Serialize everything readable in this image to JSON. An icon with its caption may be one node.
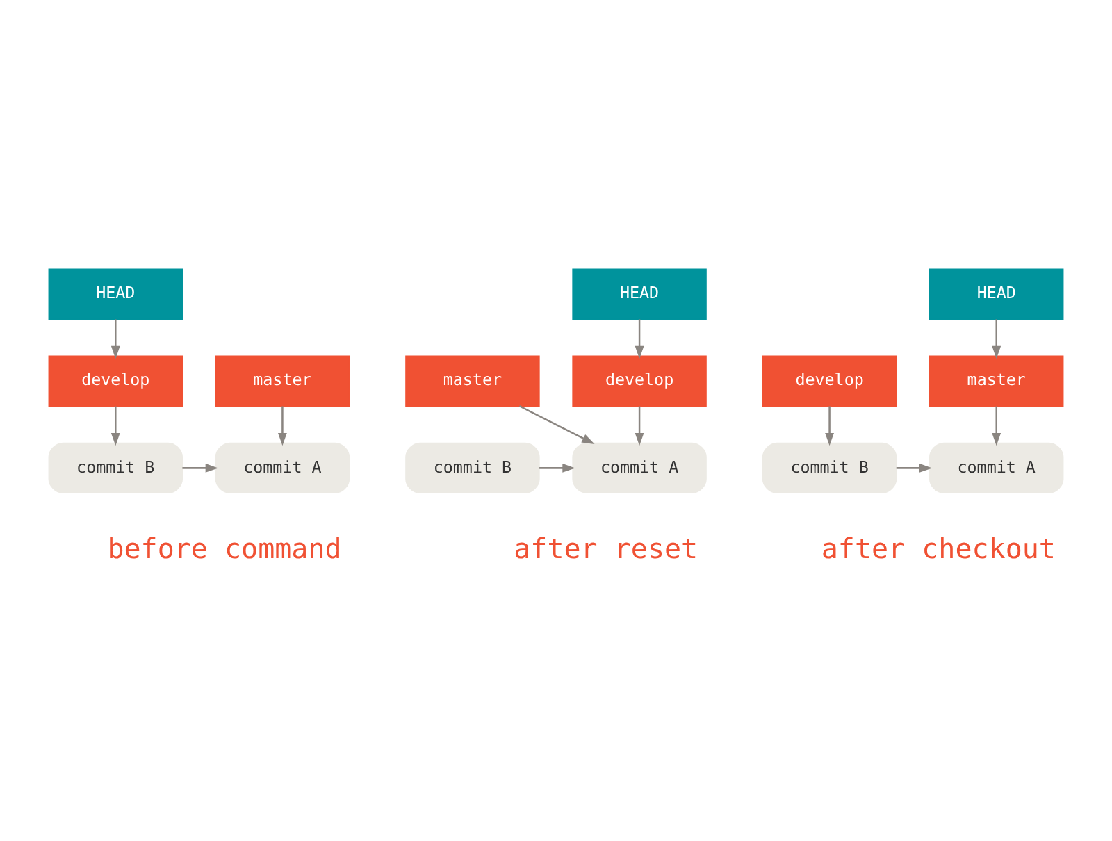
{
  "diagram": {
    "nodes": [
      {
        "text": [
          "HEAD"
        ]
      },
      {
        "text": [
          "master"
        ]
      },
      {
        "text": [
          "develop"
        ]
      },
      {
        "text": [
          "commit A"
        ]
      },
      {
        "text": [
          "commit B"
        ]
      },
      {
        "text": [
          "HEAD"
        ]
      },
      {
        "text": [
          "master"
        ]
      },
      {
        "text": [
          "develop"
        ]
      },
      {
        "text": [
          "commit A"
        ]
      },
      {
        "text": [
          "commit B"
        ]
      },
      {
        "text": [
          "HEAD"
        ]
      },
      {
        "text": [
          "master"
        ]
      },
      {
        "text": [
          "develop"
        ]
      },
      {
        "text": [
          "commit A"
        ]
      },
      {
        "text": [
          "commit B"
        ]
      }
    ],
    "edges": [
      {
        "from": 0,
        "to": 2,
        "arrow": "to"
      },
      {
        "from": 1,
        "to": 3,
        "arrow": "to"
      },
      {
        "from": 2,
        "to": 4,
        "arrow": "to"
      },
      {
        "from": 4,
        "to": 3,
        "arrow": "to"
      },
      {
        "from": 5,
        "to": 7,
        "arrow": "to"
      },
      {
        "from": 6,
        "to": 8,
        "arrow": "to"
      },
      {
        "from": 7,
        "to": 8,
        "arrow": "to"
      },
      {
        "from": 9,
        "to": 8,
        "arrow": "to"
      },
      {
        "from": 10,
        "to": 11,
        "arrow": "to"
      },
      {
        "from": 11,
        "to": 13,
        "arrow": "to"
      },
      {
        "from": 12,
        "to": 14,
        "arrow": "to"
      },
      {
        "from": 14,
        "to": 13,
        "arrow": "to"
      }
    ],
    "labels": [
      "before command",
      "after reset",
      "after checkout"
    ]
  }
}
